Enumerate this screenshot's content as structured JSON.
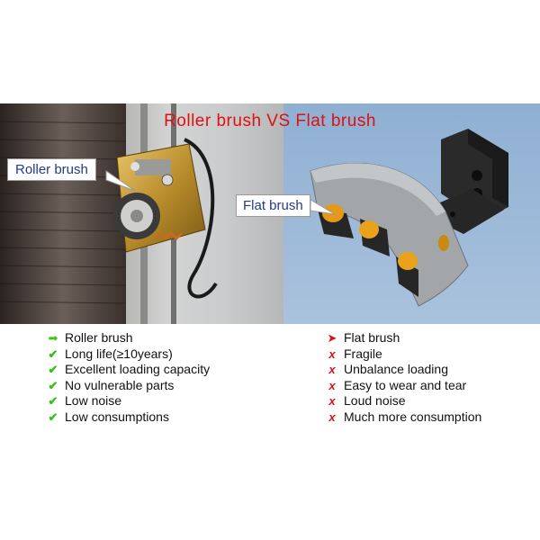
{
  "title": "Roller brush  VS  Flat brush",
  "callouts": {
    "roller": "Roller brush",
    "flat": "Flat brush"
  },
  "roller_list": {
    "header": "Roller brush",
    "items": [
      "Long life(≥10years)",
      "Excellent loading capacity",
      "No vulnerable parts",
      "Low noise",
      "Low  consumptions"
    ]
  },
  "flat_list": {
    "header": "Flat brush",
    "items": [
      "Fragile",
      "Unbalance loading",
      "Easy to wear and tear",
      "Loud noise",
      "Much more consumption"
    ]
  },
  "icons": {
    "header_left": "green-arrow-icon",
    "header_right": "red-arrow-icon",
    "pro": "green-check-icon",
    "con": "red-x-icon"
  },
  "colors": {
    "title": "#e01010",
    "callout_text": "#223a8c",
    "check": "#36c01e",
    "cross": "#e01010"
  }
}
